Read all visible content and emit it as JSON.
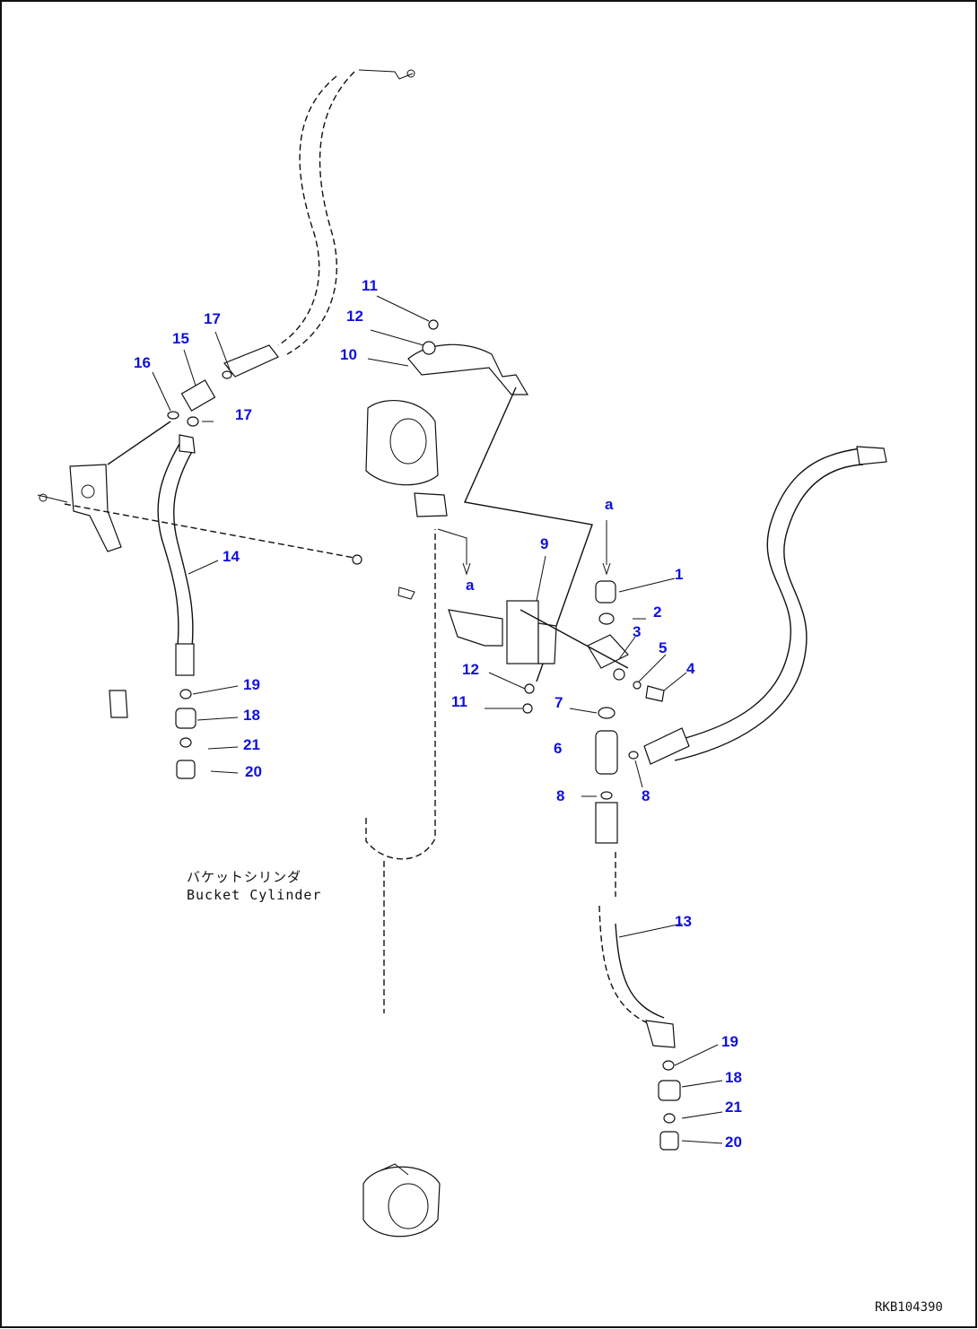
{
  "diagram": {
    "caption_jp": "バケットシリンダ",
    "caption_en": "Bucket Cylinder",
    "drawing_code": "RKB104390",
    "callouts": {
      "c1": "1",
      "c2": "2",
      "c3": "3",
      "c4": "4",
      "c5": "5",
      "c6": "6",
      "c7": "7",
      "c8a": "8",
      "c8b": "8",
      "c9": "9",
      "c10": "10",
      "c11a": "11",
      "c11b": "11",
      "c12a": "12",
      "c12b": "12",
      "c13": "13",
      "c14": "14",
      "c15": "15",
      "c16": "16",
      "c17a": "17",
      "c17b": "17",
      "c18a": "18",
      "c18b": "18",
      "c19a": "19",
      "c19b": "19",
      "c20a": "20",
      "c20b": "20",
      "c21a": "21",
      "c21b": "21",
      "ref_a1": "a",
      "ref_a2": "a"
    }
  }
}
